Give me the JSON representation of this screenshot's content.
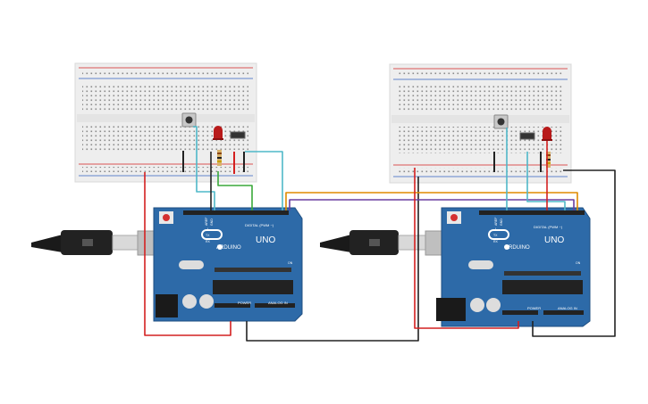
{
  "boards": [
    {
      "logo_text": "ARDUINO",
      "model_text": "UNO",
      "digital_header": "DIGITAL (PWM ~)",
      "power_header": "POWER",
      "analog_header": "ANALOG IN",
      "aref": "AREF",
      "gnd": "GND",
      "tx": "TX",
      "rx": "RX",
      "l": "L",
      "on": "ON"
    },
    {
      "logo_text": "ARDUINO",
      "model_text": "UNO",
      "digital_header": "DIGITAL (PWM ~)",
      "power_header": "POWER",
      "analog_header": "ANALOG IN",
      "aref": "AREF",
      "gnd": "GND",
      "tx": "TX",
      "rx": "RX",
      "l": "L",
      "on": "ON"
    }
  ],
  "colors": {
    "board": "#2d6aa8",
    "board_dark": "#1f4f82",
    "breadboard": "#efefef",
    "wire_red": "#d42020",
    "wire_black": "#222222",
    "wire_orange": "#e08a00",
    "wire_purple": "#6a3ea0",
    "wire_cyan": "#4fb8c8",
    "wire_green": "#3aa83a",
    "led_red": "#b81a1a"
  }
}
